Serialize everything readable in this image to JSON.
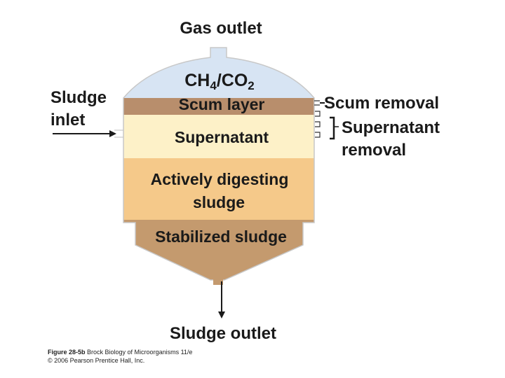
{
  "labels": {
    "gas_outlet": "Gas outlet",
    "gas_ch": "CH",
    "gas_sub1": "4",
    "gas_slash": "/CO",
    "gas_sub2": "2",
    "scum_layer": "Scum layer",
    "supernatant": "Supernatant",
    "active_line1": "Actively digesting",
    "active_line2": "sludge",
    "stabilized": "Stabilized sludge",
    "sludge_inlet_line1": "Sludge",
    "sludge_inlet_line2": "inlet",
    "scum_removal": "Scum removal",
    "supernatant_removal_line1": "Supernatant",
    "supernatant_removal_line2": "removal",
    "sludge_outlet": "Sludge outlet"
  },
  "credit": {
    "figure": "Figure 28-5b",
    "book": "Brock Biology of Microorganisms 11/e",
    "copyright": "© 2006 Pearson Prentice Hall, Inc."
  },
  "colors": {
    "gas": "#d7e4f3",
    "scum": "#b88e6c",
    "supernatant": "#fdf1c8",
    "active": "#f5c98a",
    "stabilized": "#c49a6e",
    "outline": "#c8c8c8"
  }
}
